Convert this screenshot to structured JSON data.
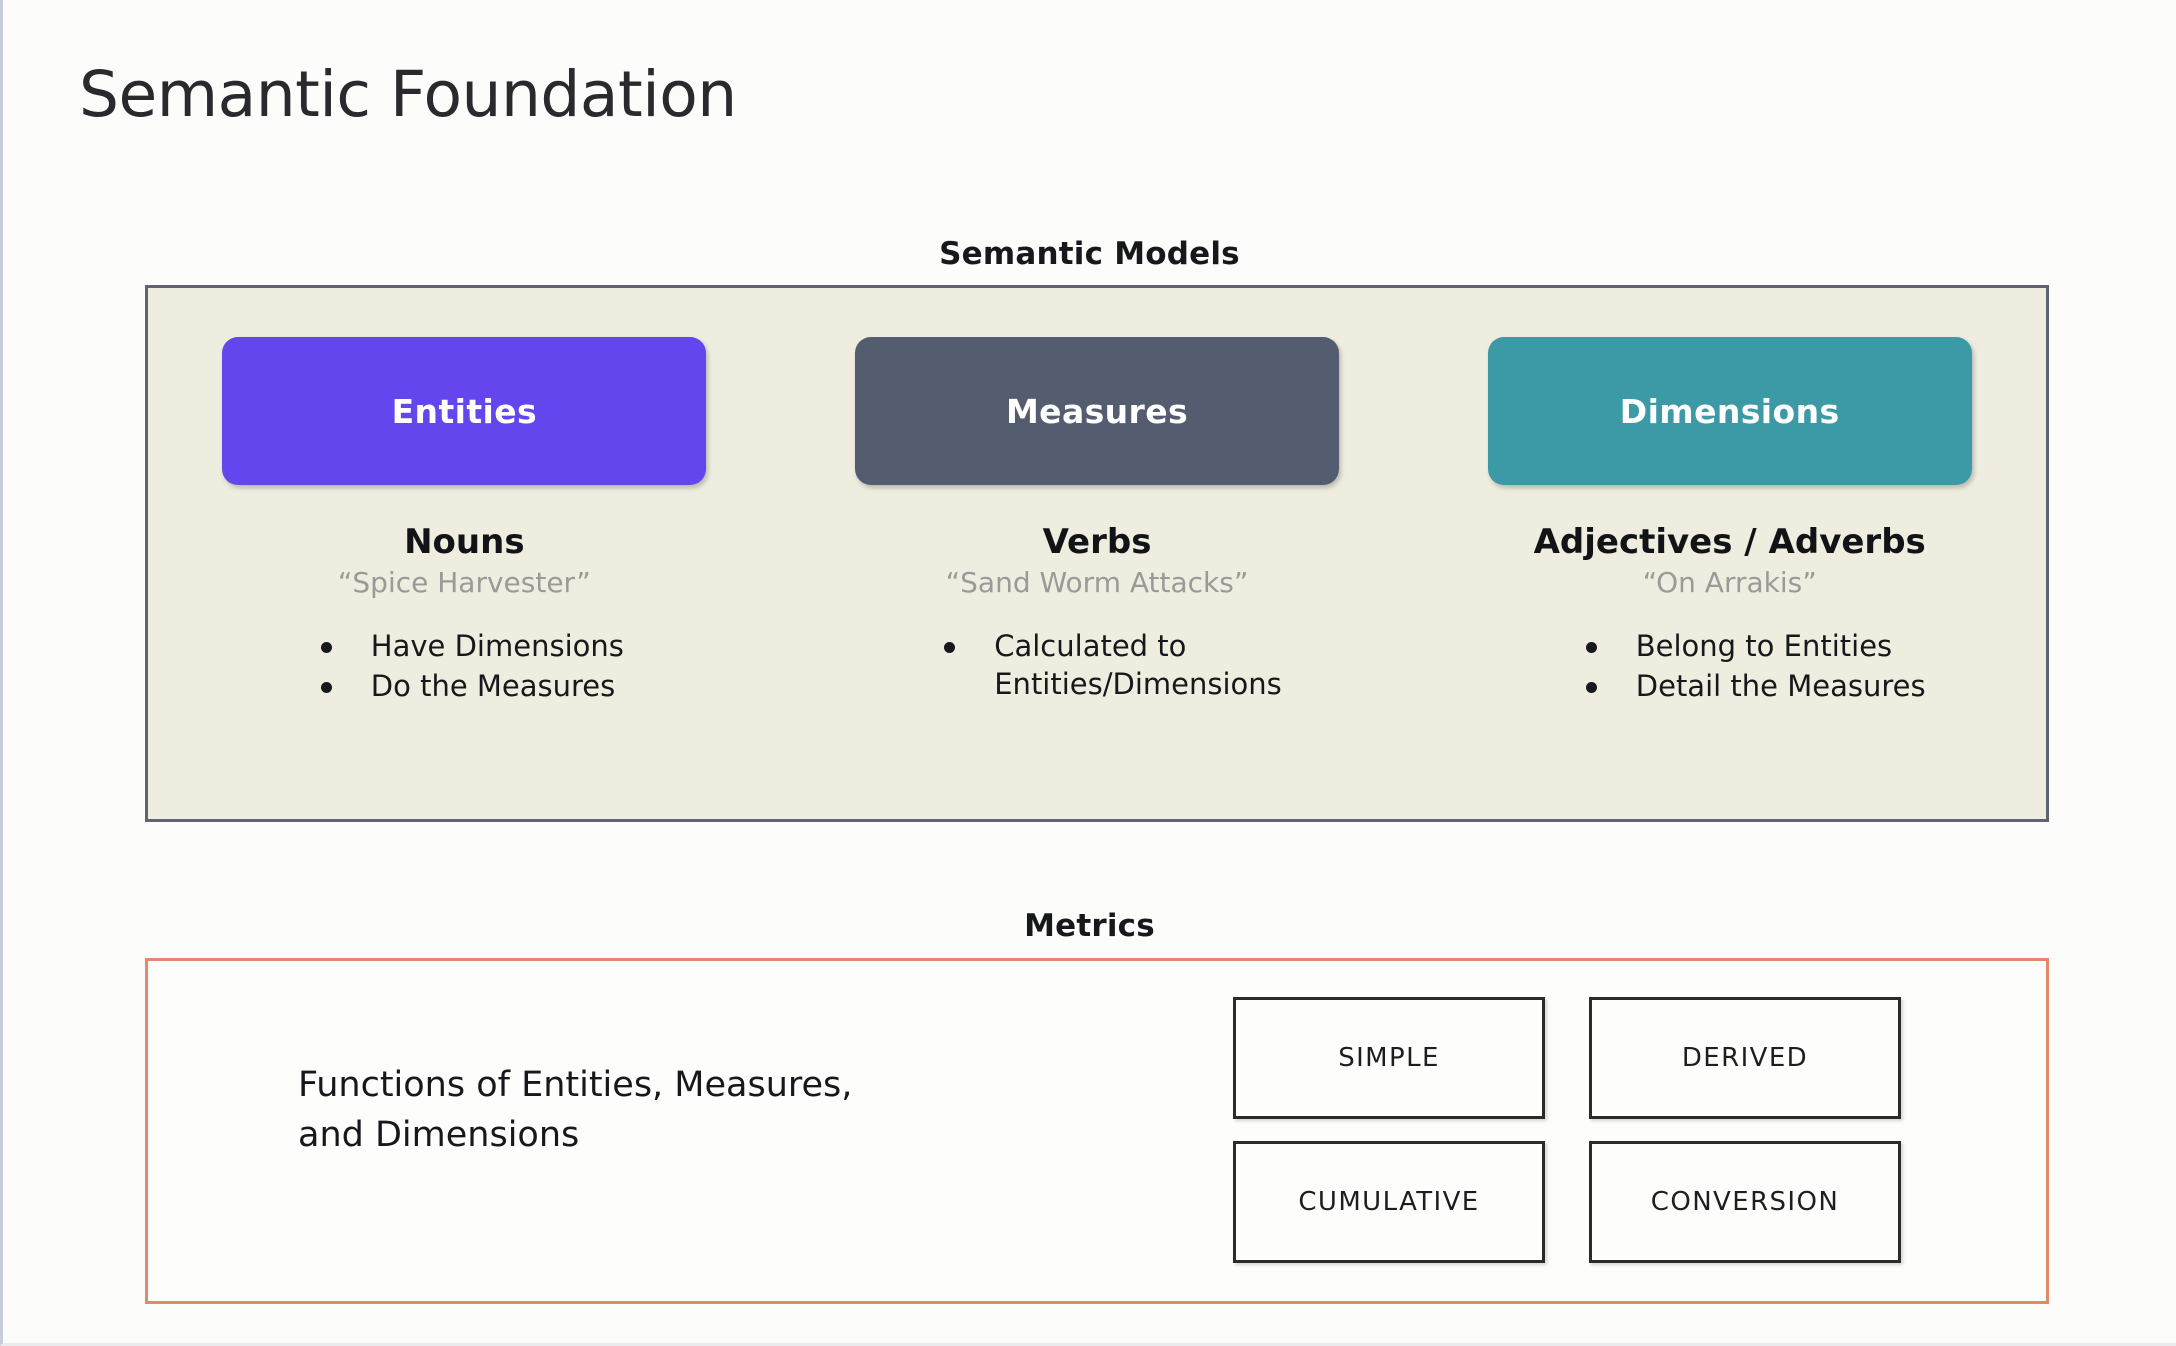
{
  "slide": {
    "title": "Semantic Foundation",
    "background_color": "#fcfdfb"
  },
  "semantic_models": {
    "heading": "Semantic Models",
    "panel_fill": "#efede0",
    "panel_border": "#5f6470",
    "columns": [
      {
        "pill_label": "Entities",
        "pill_color": "#6546ee",
        "part_of_speech": "Nouns",
        "example": "“Spice Harvester”",
        "bullets": [
          "Have Dimensions",
          "Do the Measures"
        ]
      },
      {
        "pill_label": "Measures",
        "pill_color": "#545d70",
        "part_of_speech": "Verbs",
        "example": "“Sand Worm Attacks”",
        "bullets": [
          "Calculated to\nEntities/Dimensions"
        ]
      },
      {
        "pill_label": "Dimensions",
        "pill_color": "#3b9aa5",
        "part_of_speech": "Adjectives / Adverbs",
        "example": "“On Arrakis”",
        "bullets": [
          "Belong to Entities",
          "Detail the Measures"
        ]
      }
    ]
  },
  "metrics": {
    "heading": "Metrics",
    "panel_border": "#e08a6b",
    "description": "Functions of Entities, Measures, and Dimensions",
    "description_line1": "Functions of Entities, Measures,",
    "description_line2": "and Dimensions",
    "types": [
      "SIMPLE",
      "DERIVED",
      "CUMULATIVE",
      "CONVERSION"
    ]
  }
}
